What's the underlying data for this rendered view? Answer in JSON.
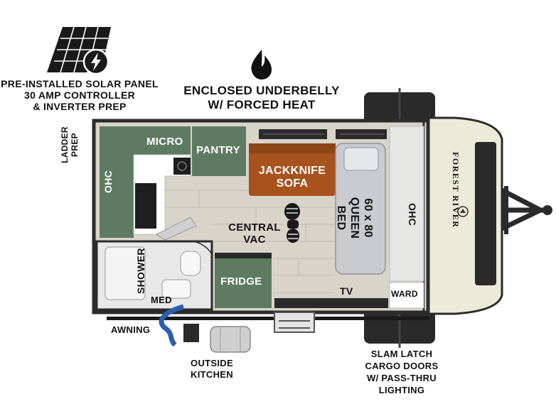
{
  "callouts": {
    "solar": [
      "PRE-INSTALLED SOLAR PANEL",
      "30 AMP CONTROLLER",
      "& INVERTER PREP"
    ],
    "underbelly": [
      "ENCLOSED UNDERBELLY",
      "W/ FORCED HEAT"
    ],
    "ladder": [
      "LADDER",
      "PREP"
    ],
    "awning": "AWNING",
    "outside_kitchen": [
      "OUTSIDE",
      "KITCHEN"
    ],
    "cargo": [
      "SLAM LATCH",
      "CARGO DOORS",
      "W/ PASS-THRU",
      "LIGHTING"
    ]
  },
  "rooms": {
    "micro": "MICRO",
    "pantry": "PANTRY",
    "ohc_left": "OHC",
    "sofa": [
      "JACKKNIFE",
      "SOFA"
    ],
    "bed": [
      "60 x 80",
      "QUEEN BED"
    ],
    "ohc_right": "OHC",
    "central_vac": [
      "CENTRAL",
      "VAC"
    ],
    "shower": "SHOWER",
    "med": "MED",
    "fridge": "FRIDGE",
    "tv": "TV",
    "ward": "WARD"
  },
  "brand": "FOREST RIVER",
  "colors": {
    "cabinet_green": "#5f7a62",
    "sofa_brown": "#a8521d",
    "wall": "#2b2b2b",
    "floor": "#d9d4c9",
    "front_cap": "#ecebd9"
  }
}
